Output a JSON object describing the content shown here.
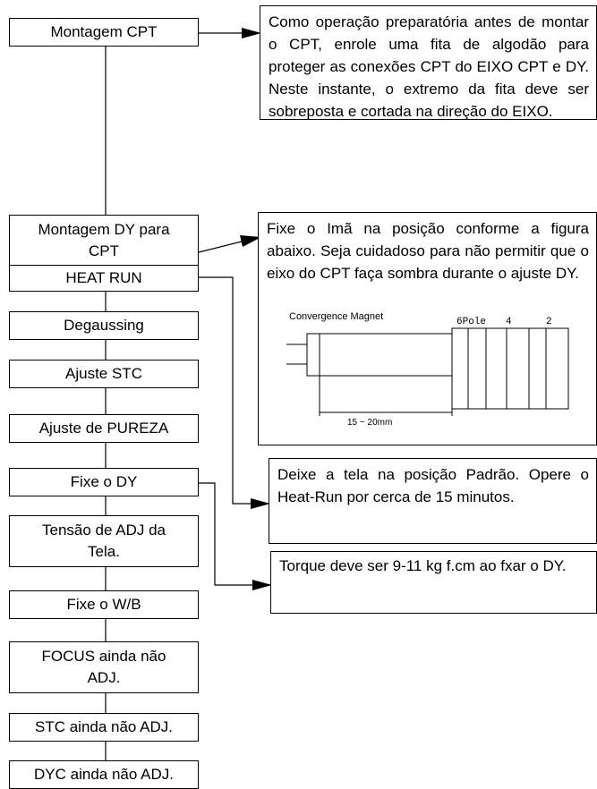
{
  "steps": [
    "Montagem CPT",
    "Montagem DY para CPT",
    "HEAT RUN",
    "Degaussing",
    "Ajuste STC",
    "Ajuste de PUREZA",
    "Fixe o DY",
    "Tensão de ADJ da Tela.",
    "Fixe o W/B",
    "FOCUS ainda não ADJ.",
    "STC ainda não ADJ.",
    "DYC ainda não ADJ."
  ],
  "notes": {
    "cpt": "Como operação preparatória antes de montar o CPT, enrole uma fita de algodão para proteger as conexões CPT do EIXO CPT e DY. Neste instante, o extremo da fita deve ser sobreposta e cortada na direção do EIXO.",
    "dy": "Fixe o Imã na posição conforme a figura abaixo. Seja cuidadoso para não permitir que o eixo do CPT faça sombra durante o ajuste DY.",
    "heat_run": "Deixe a tela na posição Padrão. Opere o Heat-Run por cerca de 15 minutos.",
    "torque": "Torque deve ser 9-11 kg f.cm ao fxar o DY."
  },
  "figure": {
    "title": "Convergence Magnet",
    "pole_6": "6Pole",
    "pole_4": "4",
    "pole_2": "2",
    "dimension": "15 ~ 20mm"
  }
}
